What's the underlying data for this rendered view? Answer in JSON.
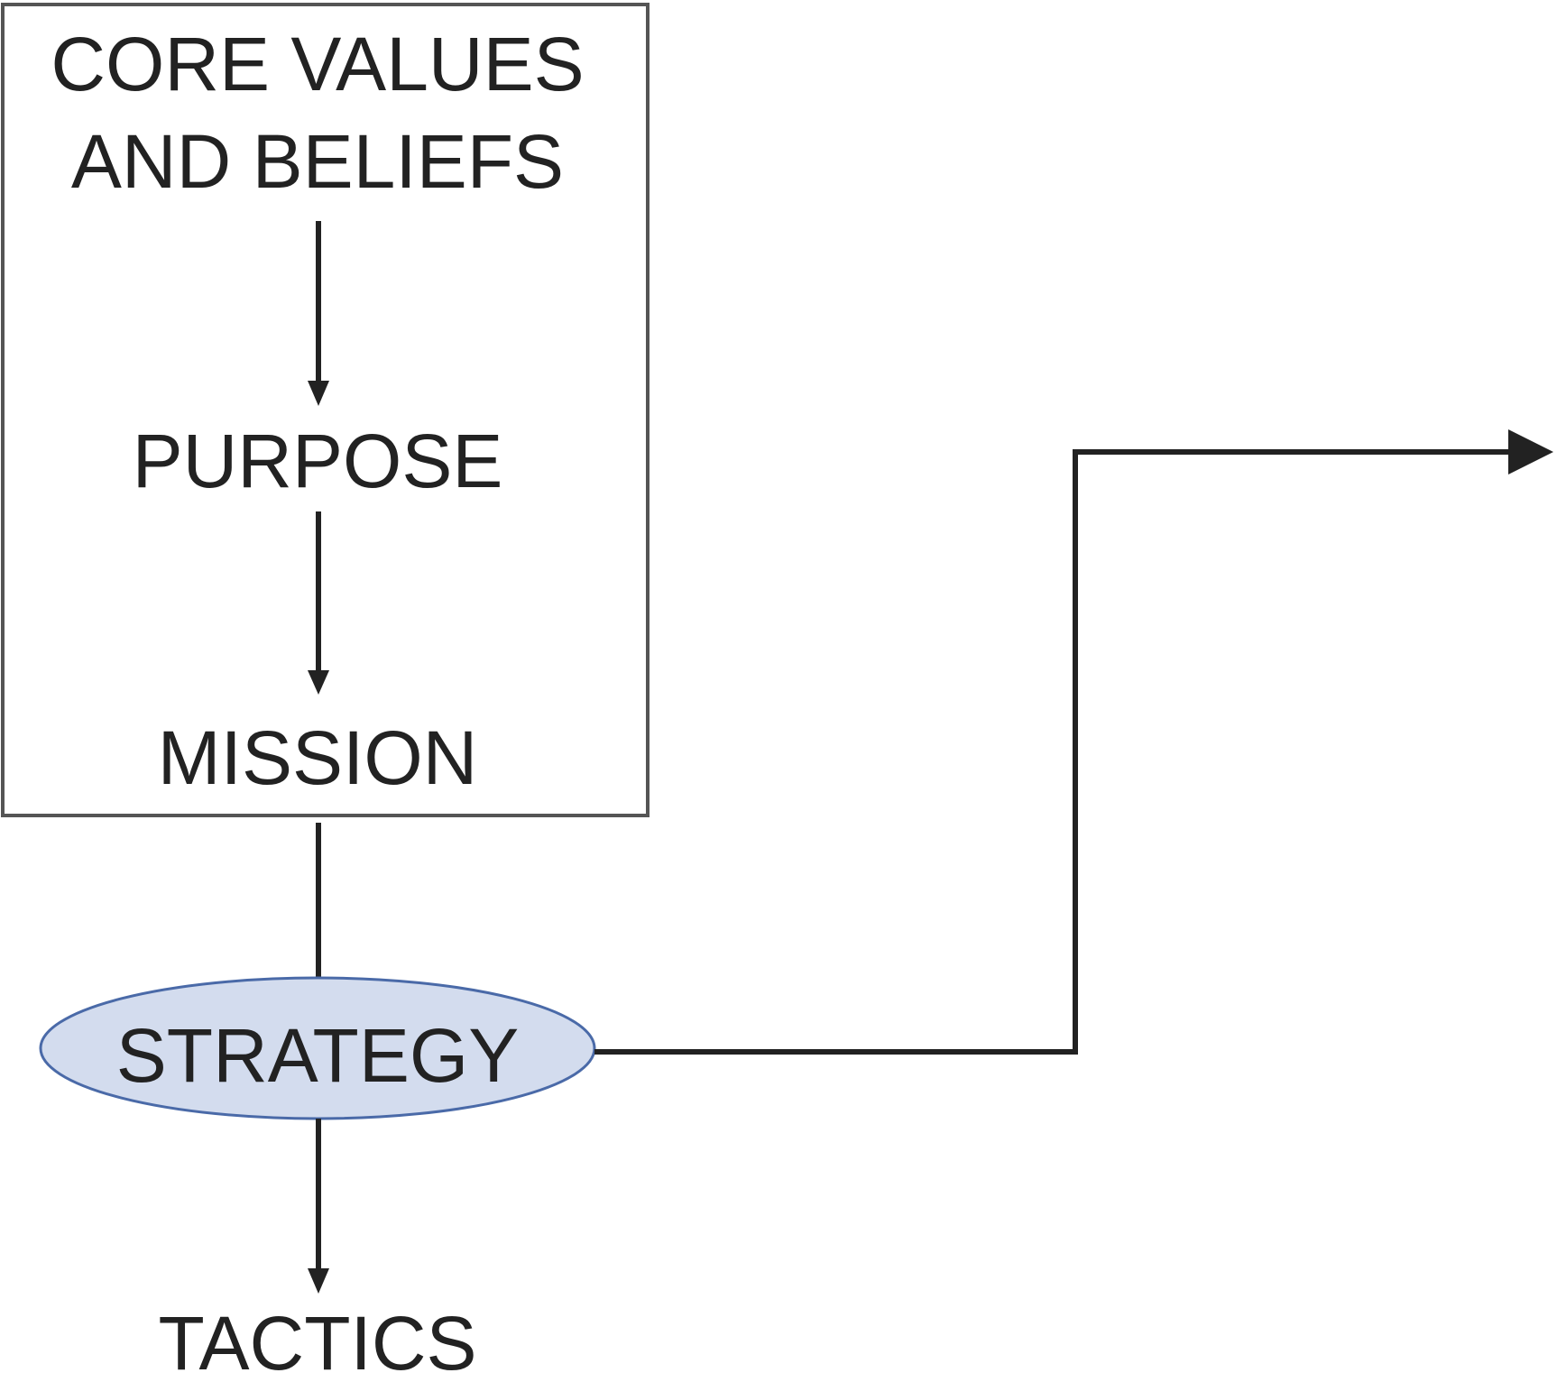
{
  "diagram": {
    "nodes": {
      "core_values_line1": "CORE VALUES",
      "core_values_line2": "AND BELIEFS",
      "purpose": "PURPOSE",
      "mission": "MISSION",
      "strategy": "STRATEGY",
      "tactics": "TACTICS"
    },
    "edges": [
      {
        "from": "core_values",
        "to": "purpose"
      },
      {
        "from": "purpose",
        "to": "mission"
      },
      {
        "from": "mission",
        "to": "strategy"
      },
      {
        "from": "strategy",
        "to": "tactics"
      },
      {
        "from": "strategy",
        "to": "off-page (right)"
      }
    ],
    "colors": {
      "text": "#222222",
      "box_border": "#555555",
      "strategy_fill": "#d3dcee",
      "strategy_border": "#4a6aa8",
      "lines": "#222222"
    }
  }
}
